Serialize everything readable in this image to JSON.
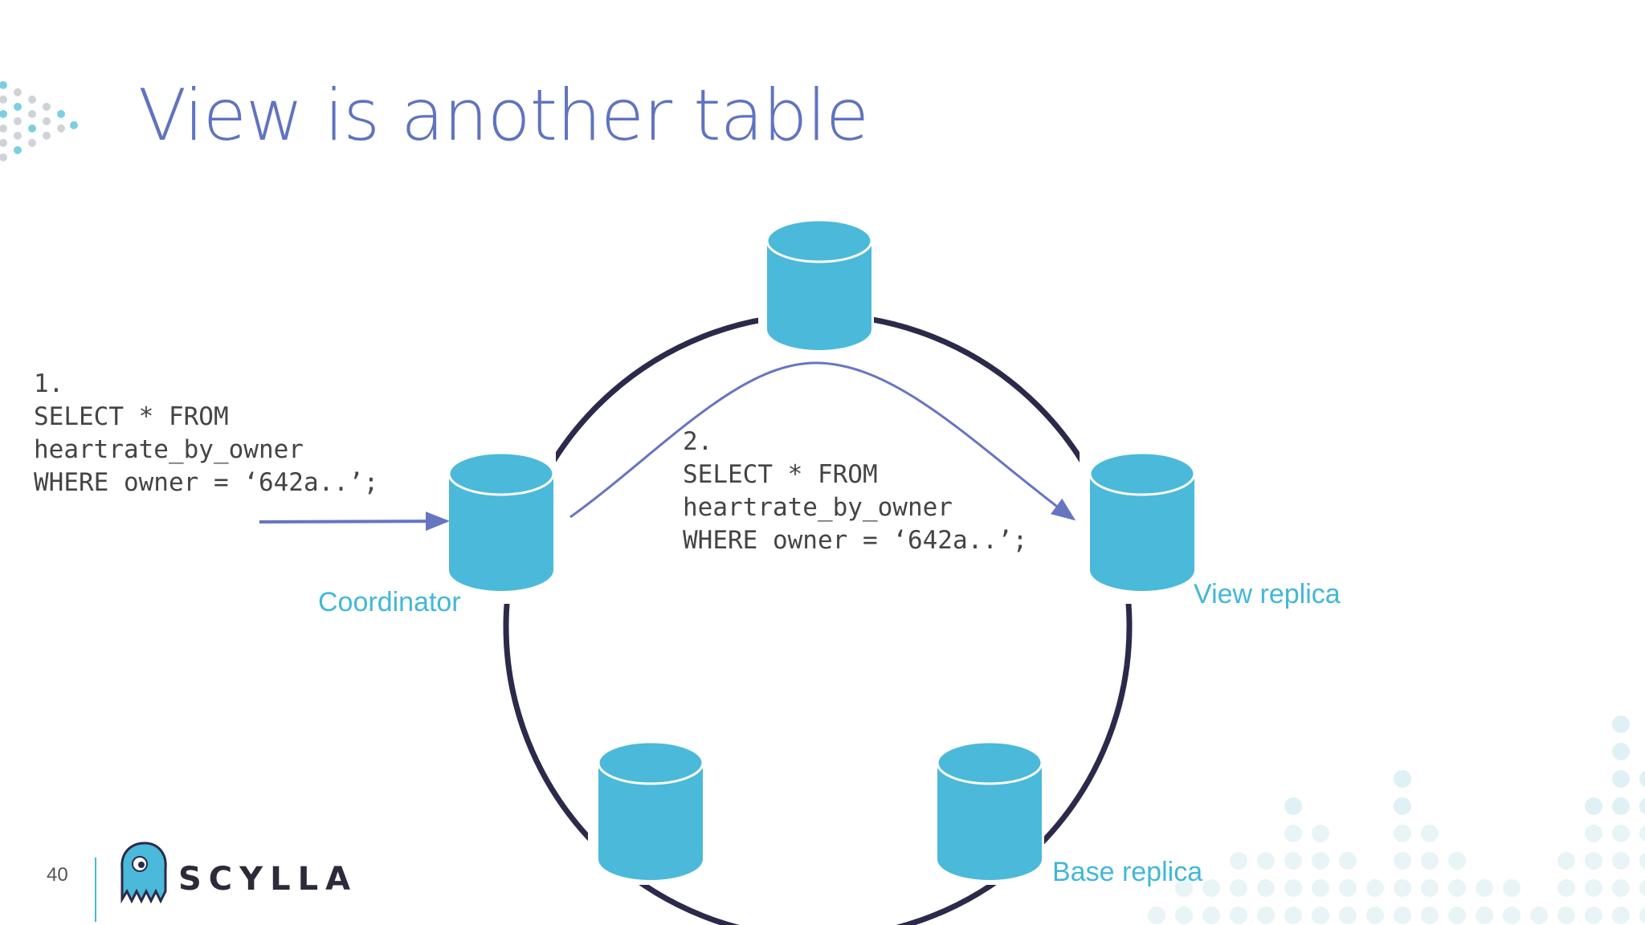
{
  "title": "View is another table",
  "query_1": {
    "number": "1.",
    "line1": "SELECT * FROM",
    "line2": "heartrate_by_owner",
    "line3": "WHERE owner = ‘642a..’;"
  },
  "query_2": {
    "number": "2.",
    "line1": "SELECT * FROM",
    "line2": "heartrate_by_owner",
    "line3": "WHERE owner = ‘642a..’;"
  },
  "labels": {
    "coordinator": "Coordinator",
    "view_replica": "View replica",
    "base_replica": "Base replica"
  },
  "footer": {
    "slide_number": "40",
    "brand": "SCYLLA"
  },
  "colors": {
    "title": "#5f73c0",
    "node": "#4bb9d9",
    "ring": "#2b2a4a",
    "arrow": "#6675c2",
    "label": "#42b8d6"
  }
}
